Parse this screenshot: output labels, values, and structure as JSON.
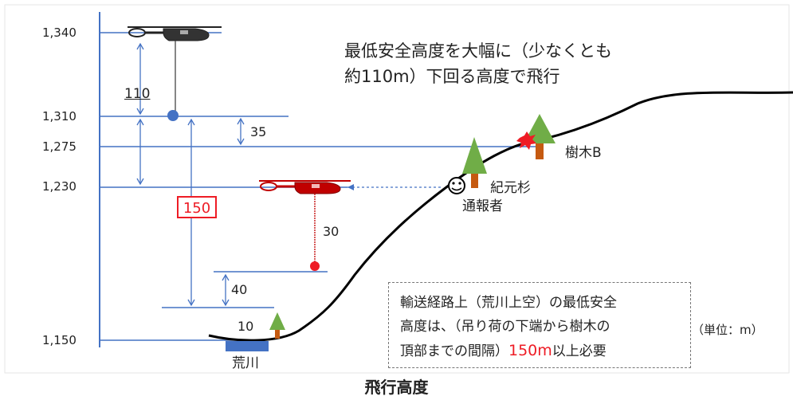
{
  "caption": "飛行高度",
  "headline": [
    "最低安全高度を大幅に（少なくとも",
    "約110m）下回る高度で飛行"
  ],
  "y_ticks": [
    "1,340",
    "1,310",
    "1,275",
    "1,230",
    "1,150"
  ],
  "dimensions": {
    "d110": "110",
    "d35": "35",
    "d150": "150",
    "d30": "30",
    "d40": "40",
    "d10": "10"
  },
  "labels": {
    "tree_b": "樹木B",
    "kigensugi": "紀元杉",
    "reporter": "通報者",
    "arakawa": "荒川",
    "unit": "（単位：m）"
  },
  "note": {
    "line1": "輸送経路上（荒川上空）の最低安全",
    "line2": "高度は、（吊り荷の下端から樹木の",
    "line3_prefix": "頂部までの間隔）",
    "line3_red": "150m",
    "line3_suffix": "以上必要"
  },
  "colors": {
    "axis_blue": "#4472c4",
    "accent_red": "#ee1c25",
    "tree_green": "#70ad47",
    "trunk_brown": "#c55a11",
    "terrain": "#000000"
  }
}
